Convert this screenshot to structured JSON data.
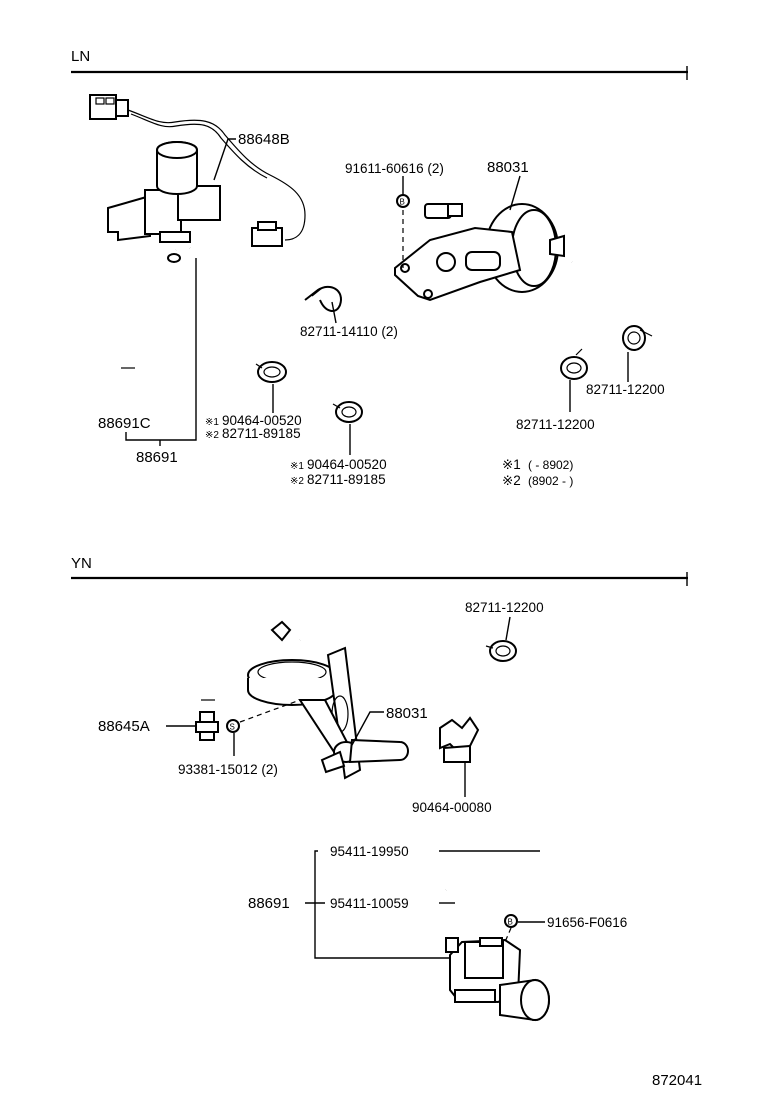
{
  "sections": {
    "ln": {
      "title": "LN",
      "parts": {
        "p88648B": "88648B",
        "p91611": "91611-60616 (2)",
        "p88031": "88031",
        "p82711_14110": "82711-14110 (2)",
        "p82711_12200_a": "82711-12200",
        "p82711_12200_b": "82711-12200",
        "p88691C": "88691C",
        "p88691": "88691",
        "p90464_a": "90464-00520",
        "p82711_89185_a": "82711-89185",
        "p90464_b": "90464-00520",
        "p82711_89185_b": "82711-89185"
      },
      "marks": {
        "mark1": "※1",
        "mark2": "※2"
      },
      "legend": {
        "row1_mark": "※1",
        "row1_range": "(        - 8902)",
        "row2_mark": "※2",
        "row2_range": "(8902 -        )"
      }
    },
    "yn": {
      "title": "YN",
      "parts": {
        "p82711_12200": "82711-12200",
        "p88645A": "88645A",
        "p88031": "88031",
        "p93381": "93381-15012 (2)",
        "p90464_00080": "90464-00080",
        "p95411_19950": "95411-19950",
        "p88691": "88691",
        "p95411_10059": "95411-10059",
        "p91656": "91656-F0616"
      }
    }
  },
  "footer": {
    "figure_number": "872041"
  }
}
